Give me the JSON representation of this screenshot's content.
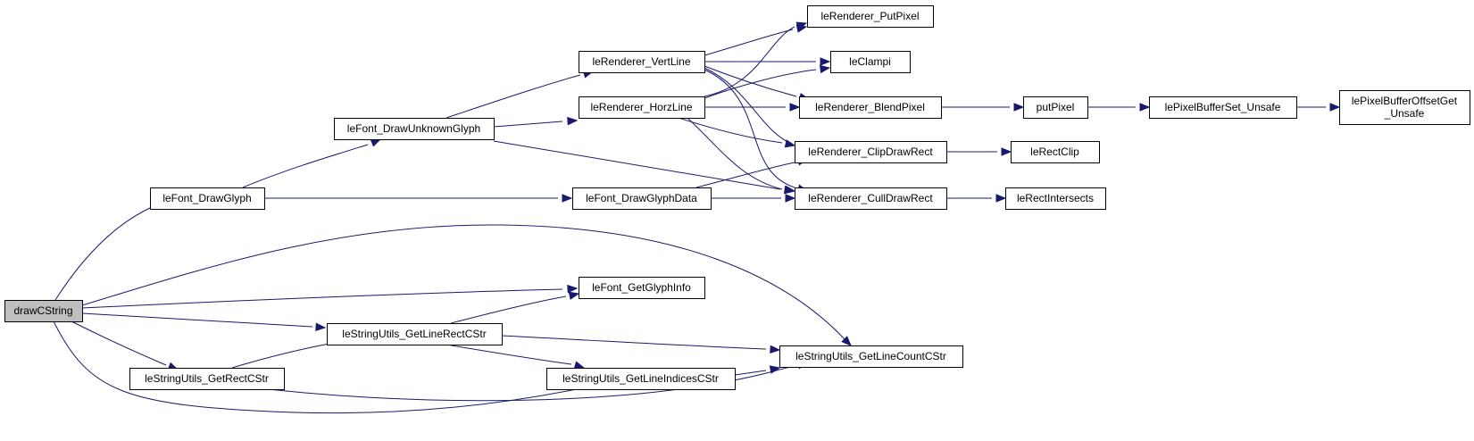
{
  "graph": {
    "root": "drawCString",
    "nodes": [
      {
        "id": "drawCString",
        "lines": [
          "drawCString"
        ],
        "root": true
      },
      {
        "id": "leFont_DrawGlyph",
        "lines": [
          "leFont_DrawGlyph"
        ]
      },
      {
        "id": "leFont_DrawUnknownGlyph",
        "lines": [
          "leFont_DrawUnknownGlyph"
        ]
      },
      {
        "id": "leRenderer_VertLine",
        "lines": [
          "leRenderer_VertLine"
        ]
      },
      {
        "id": "leRenderer_HorzLine",
        "lines": [
          "leRenderer_HorzLine"
        ]
      },
      {
        "id": "leFont_DrawGlyphData",
        "lines": [
          "leFont_DrawGlyphData"
        ]
      },
      {
        "id": "leRenderer_PutPixel",
        "lines": [
          "leRenderer_PutPixel"
        ]
      },
      {
        "id": "leClampi",
        "lines": [
          "leClampi"
        ]
      },
      {
        "id": "leRenderer_BlendPixel",
        "lines": [
          "leRenderer_BlendPixel"
        ]
      },
      {
        "id": "leRenderer_ClipDrawRect",
        "lines": [
          "leRenderer_ClipDrawRect"
        ]
      },
      {
        "id": "leRenderer_CullDrawRect",
        "lines": [
          "leRenderer_CullDrawRect"
        ]
      },
      {
        "id": "putPixel",
        "lines": [
          "putPixel"
        ]
      },
      {
        "id": "lePixelBufferSet_Unsafe",
        "lines": [
          "lePixelBufferSet_Unsafe"
        ]
      },
      {
        "id": "lePixelBufferOffsetGet_Unsafe",
        "lines": [
          "lePixelBufferOffsetGet",
          "_Unsafe"
        ]
      },
      {
        "id": "leRectClip",
        "lines": [
          "leRectClip"
        ]
      },
      {
        "id": "leRectIntersects",
        "lines": [
          "leRectIntersects"
        ]
      },
      {
        "id": "leFont_GetGlyphInfo",
        "lines": [
          "leFont_GetGlyphInfo"
        ]
      },
      {
        "id": "leStringUtils_GetLineRectCStr",
        "lines": [
          "leStringUtils_GetLineRectCStr"
        ]
      },
      {
        "id": "leStringUtils_GetRectCStr",
        "lines": [
          "leStringUtils_GetRectCStr"
        ]
      },
      {
        "id": "leStringUtils_GetLineIndicesCStr",
        "lines": [
          "leStringUtils_GetLineIndicesCStr"
        ]
      },
      {
        "id": "leStringUtils_GetLineCountCStr",
        "lines": [
          "leStringUtils_GetLineCountCStr"
        ]
      }
    ],
    "edges": [
      {
        "from": "drawCString",
        "to": "leFont_DrawGlyph"
      },
      {
        "from": "drawCString",
        "to": "leFont_GetGlyphInfo"
      },
      {
        "from": "drawCString",
        "to": "leStringUtils_GetLineRectCStr"
      },
      {
        "from": "drawCString",
        "to": "leStringUtils_GetRectCStr"
      },
      {
        "from": "drawCString",
        "to": "leStringUtils_GetLineCountCStr"
      },
      {
        "from": "drawCString",
        "to": "leStringUtils_GetLineIndicesCStr"
      },
      {
        "from": "leFont_DrawGlyph",
        "to": "leFont_DrawUnknownGlyph"
      },
      {
        "from": "leFont_DrawGlyph",
        "to": "leFont_DrawGlyphData"
      },
      {
        "from": "leFont_DrawUnknownGlyph",
        "to": "leRenderer_VertLine"
      },
      {
        "from": "leFont_DrawUnknownGlyph",
        "to": "leRenderer_HorzLine"
      },
      {
        "from": "leFont_DrawUnknownGlyph",
        "to": "leRenderer_CullDrawRect"
      },
      {
        "from": "leRenderer_VertLine",
        "to": "leRenderer_PutPixel"
      },
      {
        "from": "leRenderer_VertLine",
        "to": "leClampi"
      },
      {
        "from": "leRenderer_VertLine",
        "to": "leRenderer_BlendPixel"
      },
      {
        "from": "leRenderer_VertLine",
        "to": "leRenderer_ClipDrawRect"
      },
      {
        "from": "leRenderer_VertLine",
        "to": "leRenderer_CullDrawRect"
      },
      {
        "from": "leRenderer_HorzLine",
        "to": "leRenderer_PutPixel"
      },
      {
        "from": "leRenderer_HorzLine",
        "to": "leClampi"
      },
      {
        "from": "leRenderer_HorzLine",
        "to": "leRenderer_BlendPixel"
      },
      {
        "from": "leRenderer_HorzLine",
        "to": "leRenderer_ClipDrawRect"
      },
      {
        "from": "leRenderer_HorzLine",
        "to": "leRenderer_CullDrawRect"
      },
      {
        "from": "leRenderer_BlendPixel",
        "to": "putPixel"
      },
      {
        "from": "putPixel",
        "to": "lePixelBufferSet_Unsafe"
      },
      {
        "from": "lePixelBufferSet_Unsafe",
        "to": "lePixelBufferOffsetGet_Unsafe"
      },
      {
        "from": "leRenderer_ClipDrawRect",
        "to": "leRectClip"
      },
      {
        "from": "leRenderer_CullDrawRect",
        "to": "leRectIntersects"
      },
      {
        "from": "leFont_DrawGlyphData",
        "to": "leRenderer_ClipDrawRect"
      },
      {
        "from": "leFont_DrawGlyphData",
        "to": "leRenderer_CullDrawRect"
      },
      {
        "from": "leStringUtils_GetLineRectCStr",
        "to": "leFont_GetGlyphInfo"
      },
      {
        "from": "leStringUtils_GetLineRectCStr",
        "to": "leStringUtils_GetLineCountCStr"
      },
      {
        "from": "leStringUtils_GetLineRectCStr",
        "to": "leStringUtils_GetLineIndicesCStr"
      },
      {
        "from": "leStringUtils_GetRectCStr",
        "to": "leStringUtils_GetLineRectCStr"
      },
      {
        "from": "leStringUtils_GetRectCStr",
        "to": "leStringUtils_GetLineCountCStr"
      },
      {
        "from": "leStringUtils_GetLineIndicesCStr",
        "to": "leStringUtils_GetLineCountCStr"
      }
    ],
    "colors": {
      "edge": "#191970",
      "node_border": "#000000",
      "node_fill": "#ffffff",
      "root_fill": "#bfbfbf"
    }
  }
}
